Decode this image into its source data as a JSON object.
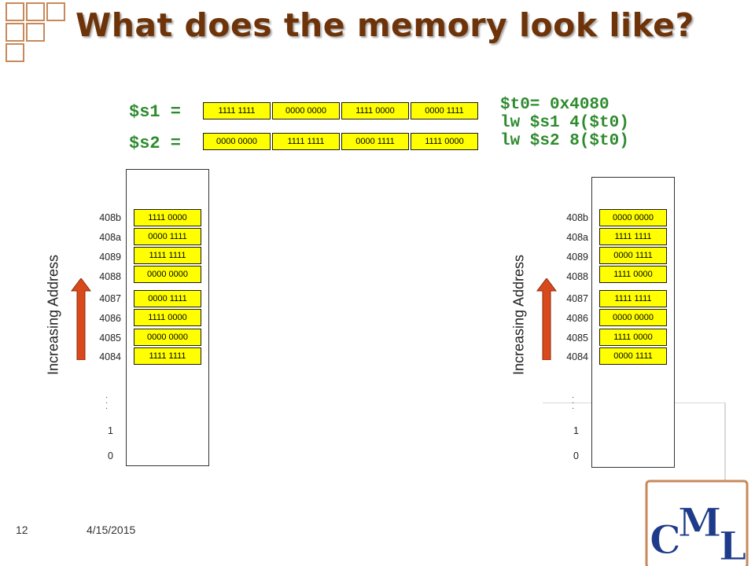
{
  "title": "What does the memory look like?",
  "registers": [
    {
      "label": "$s1 =",
      "cells": [
        "1111 1111",
        "0000 0000",
        "1111 0000",
        "0000 1111"
      ]
    },
    {
      "label": "$s2 =",
      "cells": [
        "0000 0000",
        "1111 1111",
        "0000 1111",
        "1111 0000"
      ]
    }
  ],
  "code": [
    "$t0= 0x4080",
    "lw $s1 4($t0)",
    "lw $s2 8($t0)"
  ],
  "addresses": [
    "408b",
    "408a",
    "4089",
    "4088",
    "4087",
    "4086",
    "4085",
    "4084"
  ],
  "low_addresses": [
    "1",
    "0"
  ],
  "left_memory": [
    "1111 0000",
    "0000 1111",
    "1111 1111",
    "0000 0000",
    "0000 1111",
    "1111 0000",
    "0000 0000",
    "1111 1111"
  ],
  "right_memory": [
    "0000 0000",
    "1111 1111",
    "0000 1111",
    "1111 0000",
    "1111 1111",
    "0000 0000",
    "1111 0000",
    "0000 1111"
  ],
  "axis_label": "Increasing Address",
  "footer": {
    "slide_number": "12",
    "date": "4/15/2015"
  },
  "logo_text": "CML",
  "colors": {
    "title": "#6e3308",
    "code": "#2e8b2e",
    "cell": "#ffff00",
    "arrow": "#d84a1b",
    "logo": "#1e3a8a",
    "decor": "#c8895a"
  },
  "icons": [
    "up-arrow-icon",
    "cml-logo"
  ]
}
